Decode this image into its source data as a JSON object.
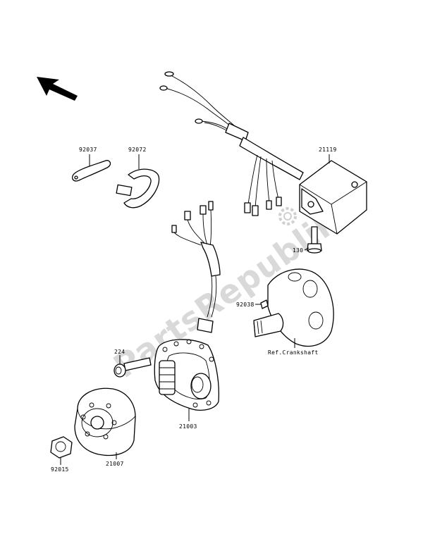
{
  "watermark": {
    "text": "PartsRepublik"
  },
  "direction_arrow": {
    "icon": "front-direction-arrow-icon"
  },
  "labels": {
    "p92037": "92037",
    "p92072": "92072",
    "p21119": "21119",
    "p130": "130",
    "p92038": "92038",
    "ref_crankshaft": "Ref.Crankshaft",
    "p224": "224",
    "p21003": "21003",
    "p21007": "21007",
    "p92015": "92015"
  },
  "colors": {
    "line": "#000000",
    "watermark": "#d9d9d9",
    "background": "#ffffff"
  }
}
